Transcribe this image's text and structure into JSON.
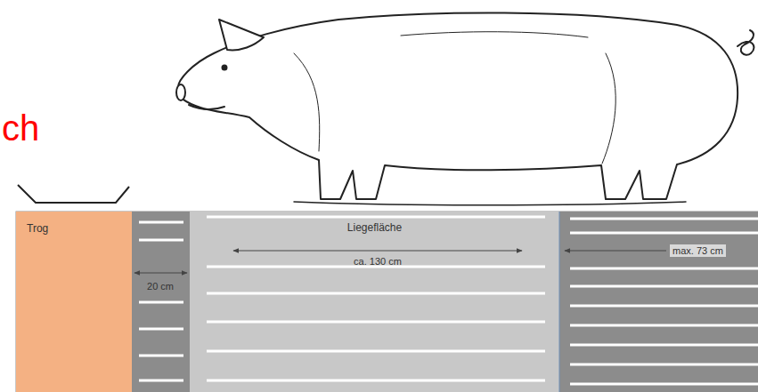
{
  "diagram": {
    "nodes": [
      {
        "text": [
          "Trog"
        ]
      },
      {
        "text": [
          "Liegefläche"
        ]
      }
    ],
    "labels": [
      "ch",
      "20 cm",
      "ca. 130 cm",
      "max. 73 cm"
    ]
  }
}
